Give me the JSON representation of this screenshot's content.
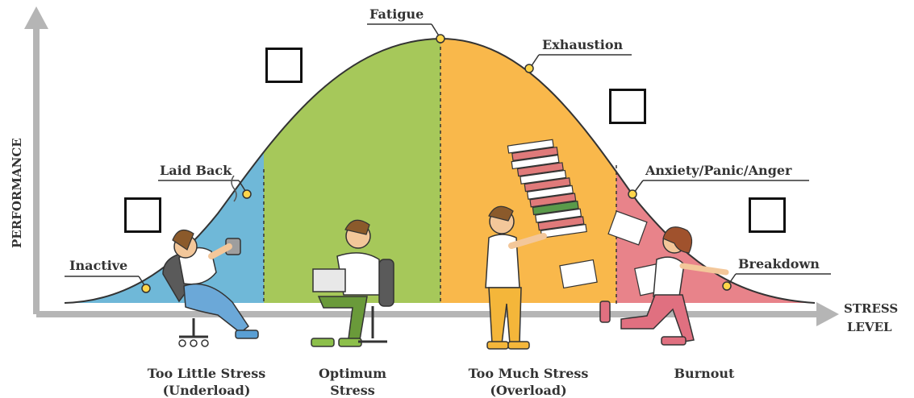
{
  "axes": {
    "y_label": "PERFORMANCE",
    "x_label_line1": "STRESS",
    "x_label_line2": "LEVEL"
  },
  "curve_points": {
    "inactive": "Inactive",
    "laid_back": "Laid Back",
    "fatigue": "Fatigue",
    "exhaustion": "Exhaustion",
    "anxiety": "Anxiety/Panic/Anger",
    "breakdown": "Breakdown"
  },
  "zones": [
    {
      "line1": "Too Little Stress",
      "line2": "(Underload)",
      "color": "#6fb8d8"
    },
    {
      "line1": "Optimum",
      "line2": "Stress",
      "color": "#a6c85a"
    },
    {
      "line1": "Too Much Stress",
      "line2": "(Overload)",
      "color": "#f9b84b"
    },
    {
      "line1": "Burnout",
      "line2": "",
      "color": "#e8838a"
    }
  ],
  "colors": {
    "axis": "#b5b5b5",
    "text": "#333333",
    "curve_outline": "#333333"
  }
}
